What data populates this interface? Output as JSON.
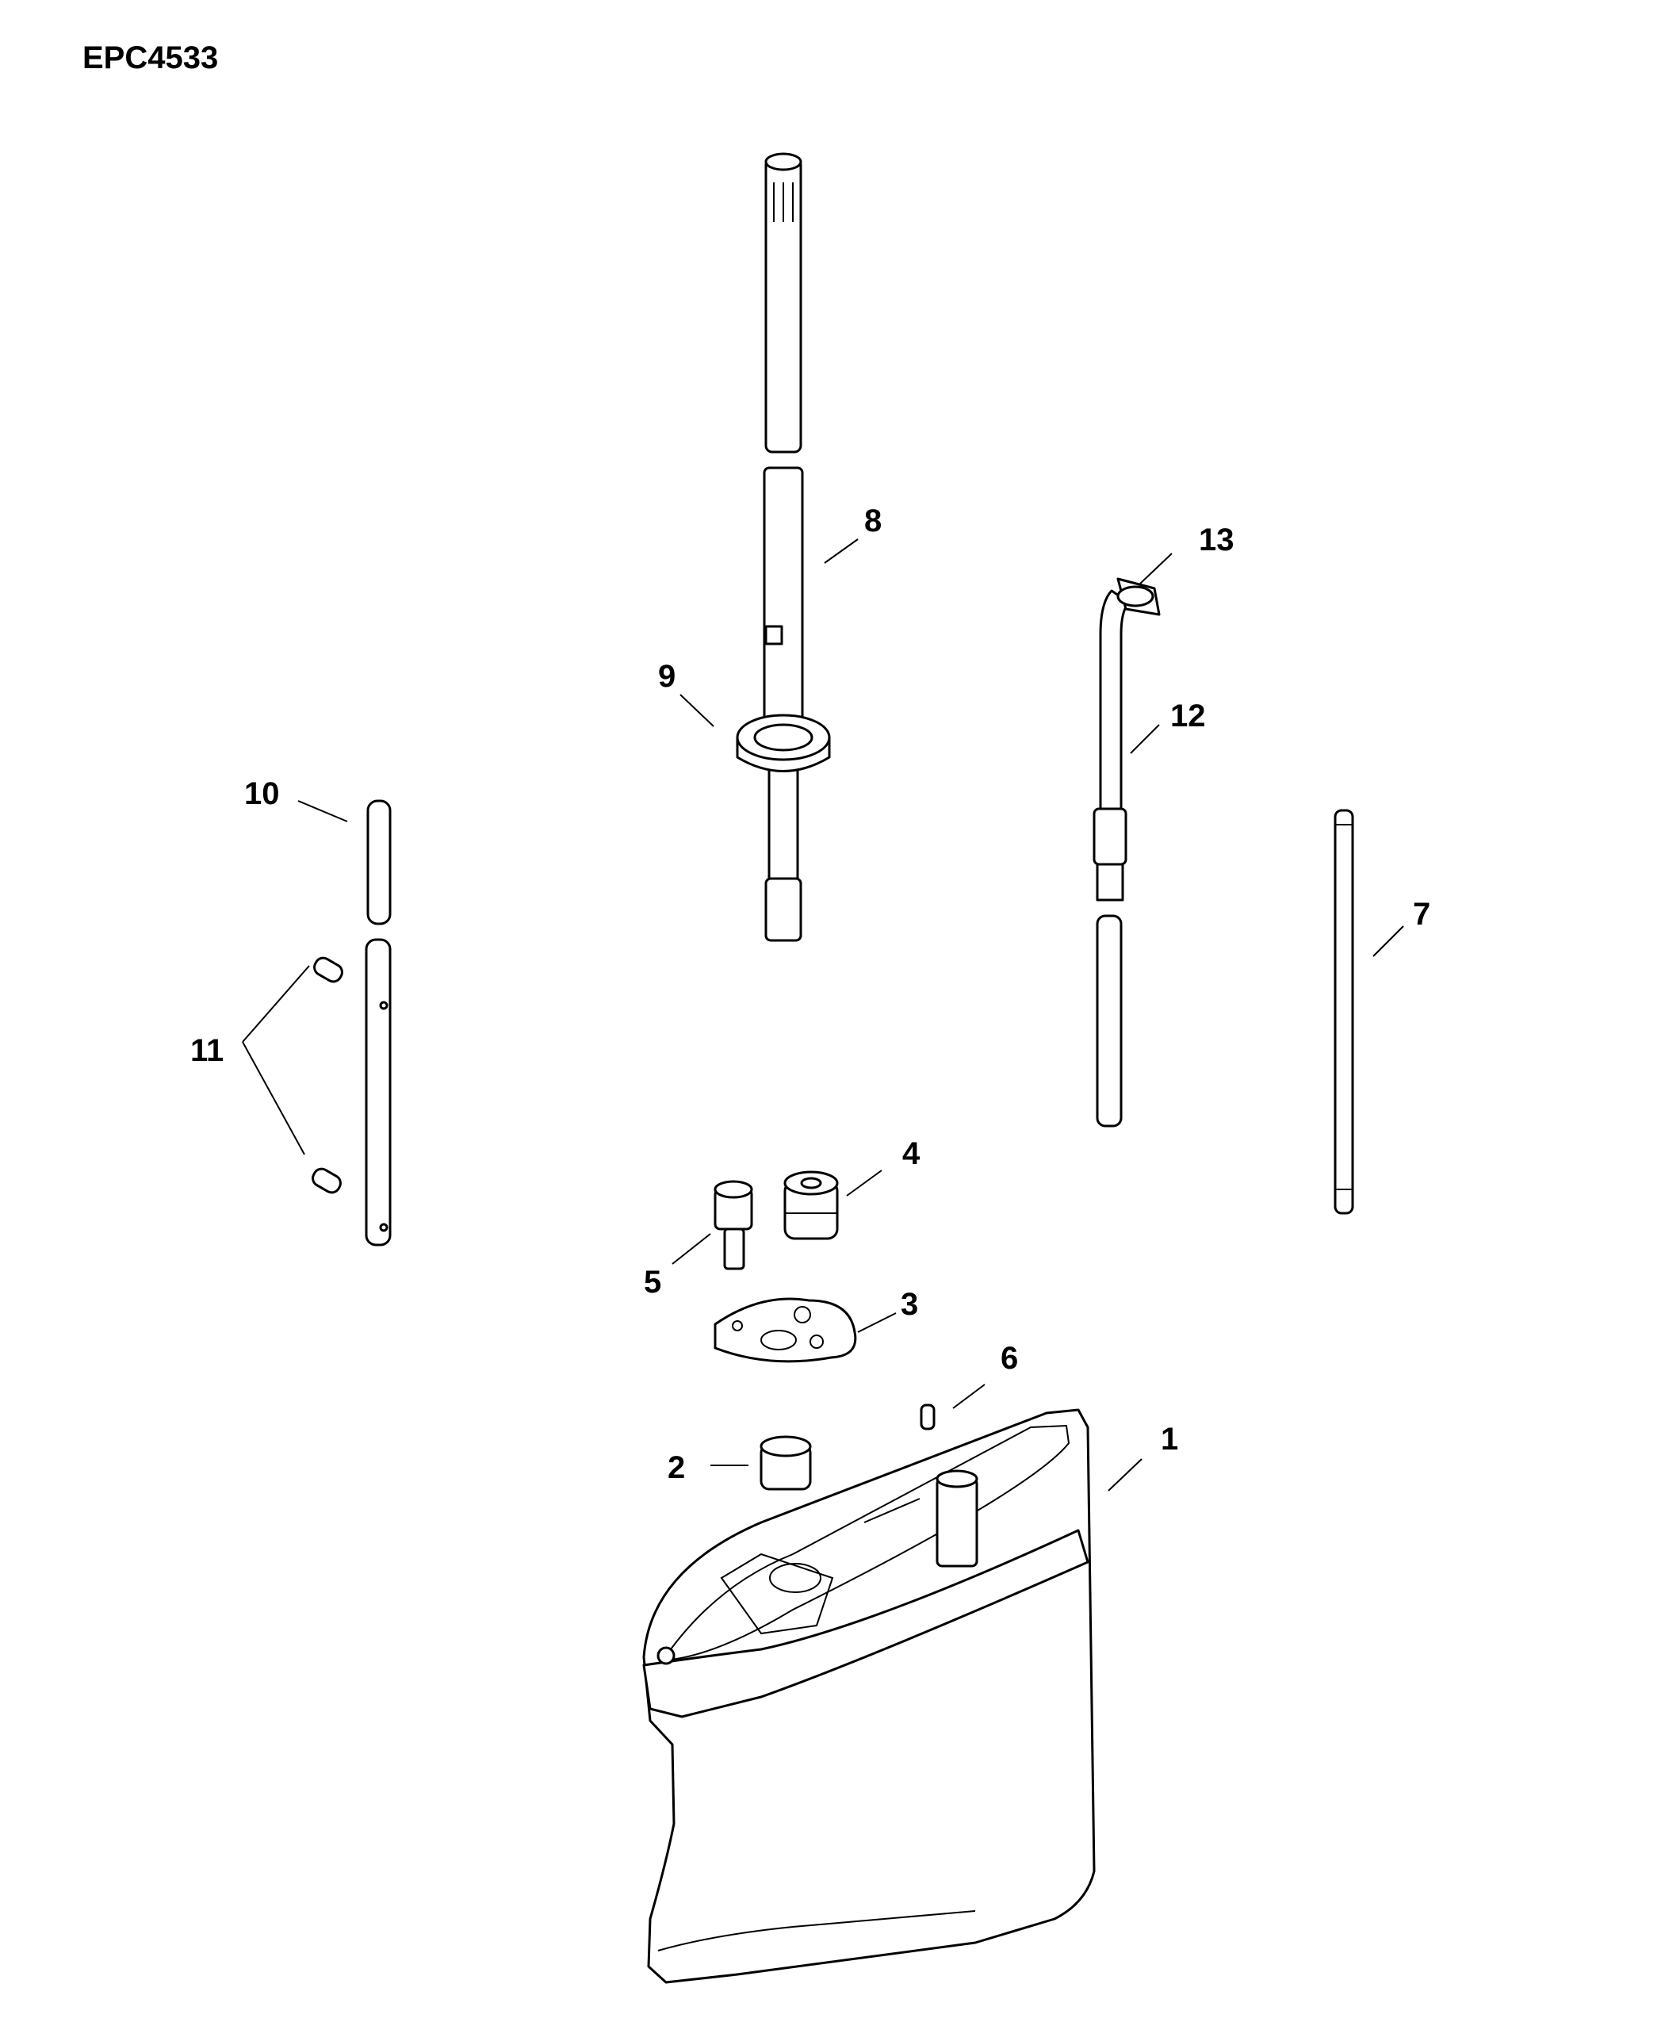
{
  "doc_id": "EPC4533",
  "callouts": {
    "c1": "1",
    "c2": "2",
    "c3": "3",
    "c4": "4",
    "c5": "5",
    "c6": "6",
    "c7": "7",
    "c8": "8",
    "c9": "9",
    "c10": "10",
    "c11": "11",
    "c12": "12",
    "c13": "13"
  },
  "colors": {
    "line": "#000000",
    "background": "#ffffff"
  }
}
